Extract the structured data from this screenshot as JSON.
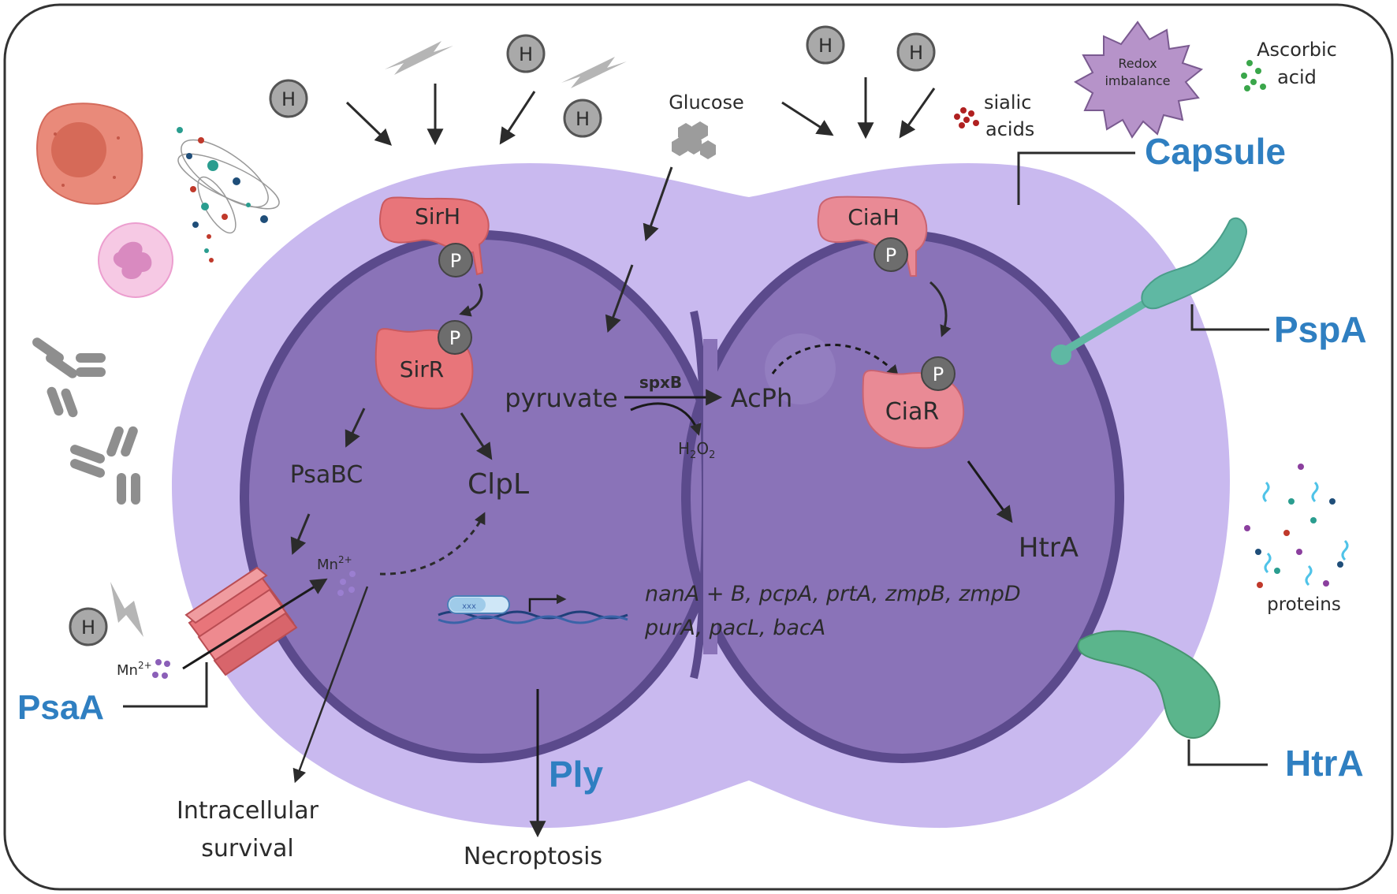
{
  "colors": {
    "capsule": "#c9b9ef",
    "cell_fill": "#8a73b8",
    "cell_stroke": "#5b4a8c",
    "protein_red": "#e8757a",
    "protein_pink": "#e98a95",
    "phosphate": "#6d6d6d",
    "label_blue": "#2f7fc1",
    "pspA_teal": "#5fb8a3",
    "htrA_green": "#5bb58c"
  },
  "labels": {
    "capsule": "Capsule",
    "pspa": "PspA",
    "htra_surface": "HtrA",
    "psaa": "PsaA",
    "ply": "Ply",
    "sirh": "SirH",
    "sirr": "SirR",
    "ciah": "CiaH",
    "ciar": "CiaR",
    "phosphate": "P",
    "psabc": "PsaBC",
    "clpl": "ClpL",
    "mn_inside": "Mn",
    "mn_outside": "Mn",
    "mn_charge": "2+",
    "pyruvate": "pyruvate",
    "spxb": "spxB",
    "acph": "AcPh",
    "h2o2_h": "H",
    "h2o2_sub": "2",
    "h2o2_o": "O",
    "htra_inner": "HtrA",
    "genes_line1": "nanA + B, pcpA, prtA, zmpB, zmpD",
    "genes_line2": "purA, pacL, bacA",
    "glucose": "Glucose",
    "sialic_1": "sialic",
    "sialic_2": "acids",
    "redox_1": "Redox",
    "redox_2": "imbalance",
    "ascorbic_1": "Ascorbic",
    "ascorbic_2": "acid",
    "proteins": "proteins",
    "intracellular_1": "Intracellular",
    "intracellular_2": "survival",
    "necroptosis": "Necroptosis",
    "hydrogen": "H",
    "dna_box": "xxx"
  }
}
